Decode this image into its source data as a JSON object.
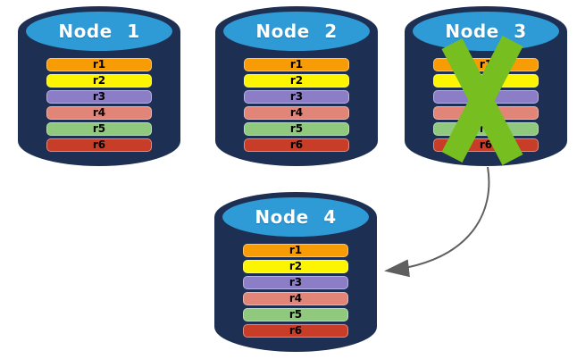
{
  "colors": {
    "background": "#FFFFFF",
    "cylinder_body": "#1D2F52",
    "cylinder_top": "#2E9AD6",
    "title_text": "#FFFFFF",
    "bar_text": "#000000",
    "cross": "#77BE21",
    "arrow": "#5F5F5F"
  },
  "nodes": [
    {
      "id": "node-1",
      "title": "Node 1",
      "has_cross": false,
      "replicas": [
        {
          "label": "r1",
          "color": "#F89C05"
        },
        {
          "label": "r2",
          "color": "#FCF400"
        },
        {
          "label": "r3",
          "color": "#8C7EC6"
        },
        {
          "label": "r4",
          "color": "#E08577"
        },
        {
          "label": "r5",
          "color": "#90C87E"
        },
        {
          "label": "r6",
          "color": "#C83D28"
        }
      ]
    },
    {
      "id": "node-2",
      "title": "Node 2",
      "has_cross": false,
      "replicas": [
        {
          "label": "r1",
          "color": "#F89C05"
        },
        {
          "label": "r2",
          "color": "#FCF400"
        },
        {
          "label": "r3",
          "color": "#8C7EC6"
        },
        {
          "label": "r4",
          "color": "#E08577"
        },
        {
          "label": "r5",
          "color": "#90C87E"
        },
        {
          "label": "r6",
          "color": "#C83D28"
        }
      ]
    },
    {
      "id": "node-3",
      "title": "Node 3",
      "has_cross": true,
      "replicas": [
        {
          "label": "r1",
          "color": "#F89C05"
        },
        {
          "label": "r2",
          "color": "#FCF400"
        },
        {
          "label": "r3",
          "color": "#8C7EC6"
        },
        {
          "label": "r4",
          "color": "#E08577"
        },
        {
          "label": "r5",
          "color": "#90C87E"
        },
        {
          "label": "r6",
          "color": "#C83D28"
        }
      ]
    },
    {
      "id": "node-4",
      "title": "Node 4",
      "has_cross": false,
      "replicas": [
        {
          "label": "r1",
          "color": "#F89C05"
        },
        {
          "label": "r2",
          "color": "#FCF400"
        },
        {
          "label": "r3",
          "color": "#8C7EC6"
        },
        {
          "label": "r4",
          "color": "#E08577"
        },
        {
          "label": "r5",
          "color": "#90C87E"
        },
        {
          "label": "r6",
          "color": "#C83D28"
        }
      ]
    }
  ],
  "arrow": {
    "from": "node-3",
    "to": "node-4"
  }
}
